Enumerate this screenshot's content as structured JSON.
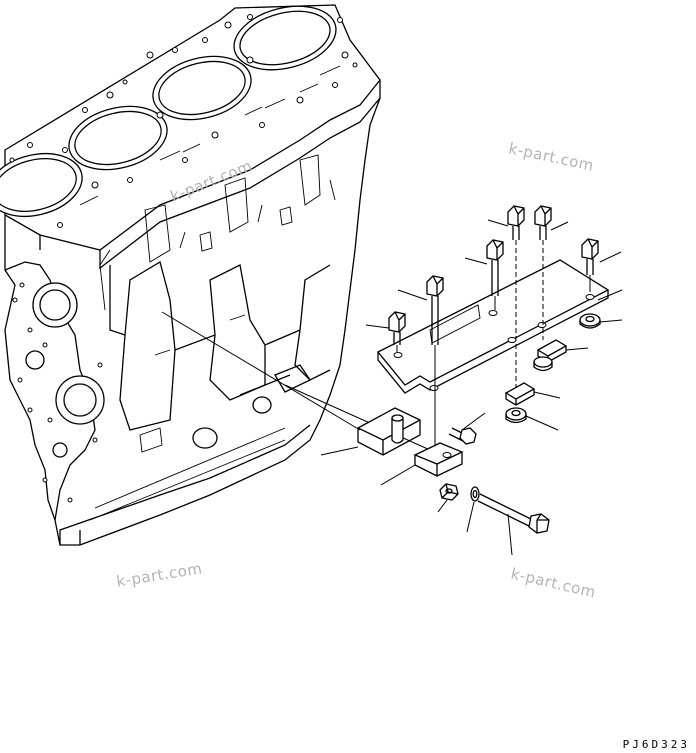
{
  "watermarks": [
    "k-part.com",
    "k-part.com",
    "k-part.com",
    "k-part.com"
  ],
  "drawing_code": "PJ6D323",
  "colors": {
    "line": "#000000",
    "watermark": "#b4b4b4",
    "background": "#ffffff"
  },
  "callout_count": 16
}
